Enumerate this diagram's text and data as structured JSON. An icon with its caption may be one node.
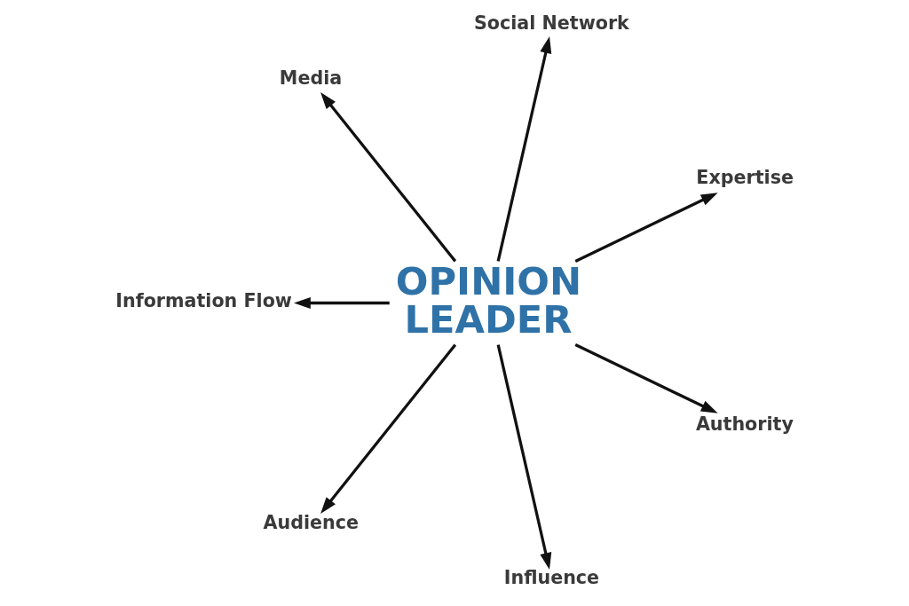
{
  "diagram": {
    "nodes": [
      {
        "text": [
          "Media"
        ]
      },
      {
        "text": [
          "Social Network"
        ]
      },
      {
        "text": [
          "Information Flow"
        ]
      },
      {
        "text": [
          "Expertise"
        ]
      },
      {
        "text": [
          "OPINION LEADER"
        ]
      },
      {
        "text": [
          "Authority"
        ]
      },
      {
        "text": [
          "Audience"
        ]
      },
      {
        "text": [
          "Influence"
        ]
      }
    ],
    "edges": [
      {
        "from": 4,
        "to": 0,
        "arrow": "to"
      },
      {
        "from": 4,
        "to": 1,
        "arrow": "to"
      },
      {
        "from": 4,
        "to": 3,
        "arrow": "to"
      },
      {
        "from": 4,
        "to": 5,
        "arrow": "to"
      },
      {
        "from": 4,
        "to": 7,
        "arrow": "to"
      },
      {
        "from": 4,
        "to": 6,
        "arrow": "to"
      },
      {
        "from": 4,
        "to": 2,
        "arrow": "to"
      }
    ]
  }
}
